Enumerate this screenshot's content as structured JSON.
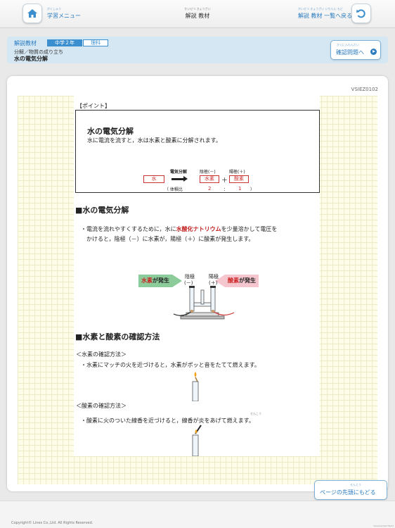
{
  "header": {
    "home_ruby": "がくしゅう",
    "home_label": "学習メニュー",
    "title_ruby": "かいせつ きょうざい",
    "title": "解説 教材",
    "back_ruby": "かいせつ きょうざい いちらん もど",
    "back_label": "解説 教材 一覧へ戻る"
  },
  "breadcrumb": {
    "type": "解説教材",
    "grade": "中学２年",
    "subject": "理科",
    "path": "分解／物質の成り立ち",
    "title": "水の電気分解",
    "check_ruby": "かくにんもんだい",
    "check_label": "確認問題へ"
  },
  "content": {
    "code": "VSIEZ0102",
    "point_label": "【ポイント】",
    "box": {
      "title": "水の電気分解",
      "desc": "水に電流を流すと，水は水素と酸素に分解されます。",
      "arrow_label": "電気分解",
      "cathode": "陰極(－)",
      "anode": "陽極(＋)",
      "water": "水",
      "hydrogen": "水素",
      "plus": "＋",
      "oxygen": "酸素",
      "ratio_label": "（ 体積比",
      "ratio_h": "2",
      "colon": "：",
      "ratio_o": "1",
      "ratio_close": "）"
    },
    "section1": {
      "heading": "■水の電気分解",
      "para_pre": "・電流を流れやすくするために，水に",
      "para_red": "水酸化ナトリウム",
      "para_post": "を少量溶かして電圧を",
      "para2": "かけると，陰極（－）に水素が，陽極（＋）に酸素が発生します。",
      "tag_h2_red": "水素",
      "tag_h2_rest": "が発生",
      "tag_o2_red": "酸素",
      "tag_o2_rest": "が発生",
      "cathode_small": "陰極",
      "cathode_sign": "(－)",
      "anode_small": "陽極",
      "anode_sign": "(＋)"
    },
    "section2": {
      "heading": "■水素と酸素の確認方法",
      "h2_title": "＜水素の確認方法＞",
      "h2_text": "・水素にマッチの火を近づけると，水素がポッと音をたてて燃えます。",
      "o2_title": "＜酸素の確認方法＞",
      "o2_text": "・酸素に火のついた線香を近づけると，線香が炎をあげて燃えます。",
      "o2_ruby": "せんこう"
    }
  },
  "page_top": {
    "ruby": "せんとう",
    "label": "ページの先頭にもどる"
  },
  "footer": {
    "copyright": "Copyright© Lines Co.,Ltd. All Rights Reserved.",
    "dev": "Development Build"
  },
  "colors": {
    "accent": "#2a7bc0",
    "red": "#c32020",
    "grid_bg": "#fdfde8"
  }
}
